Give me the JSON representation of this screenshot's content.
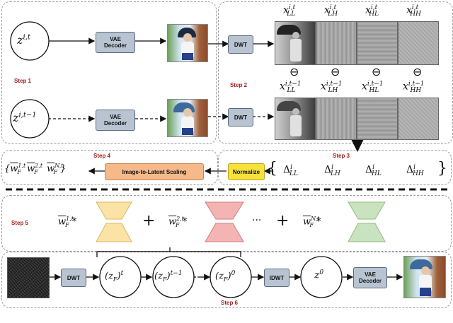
{
  "panels": {
    "top_left": {
      "step_label": "Step 1"
    },
    "top_right": {
      "step_label": "Step 2"
    },
    "mid_right": {
      "step_label": "Step 3"
    },
    "mid_left": {
      "step_label": "Step 4"
    },
    "bottom_mid": {
      "step_label": "Step 5"
    },
    "bottom": {
      "step_label": "Step 6"
    }
  },
  "step1": {
    "latent_t": "z^{i,t}",
    "latent_tm1": "z^{i,t-1}",
    "vae_decoder_1": "VAE\nDecoder",
    "vae_decoder_2": "VAE\nDecoder"
  },
  "step2": {
    "dwt_1": "DWT",
    "dwt_2": "DWT",
    "subbands_t": [
      "x^{i,t}_{LL}",
      "x^{i,t}_{LH}",
      "x^{i,t}_{HL}",
      "x^{i,t}_{HH}"
    ],
    "subbands_tm1": [
      "x^{i,t-1}_{LL}",
      "x^{i,t-1}_{LH}",
      "x^{i,t-1}_{HL}",
      "x^{i,t-1}_{HH}"
    ],
    "minus_symbol": "⊖"
  },
  "step3": {
    "normalize": "Normalize",
    "deltas": [
      "Δ^i_{LL}",
      "Δ^i_{LH}",
      "Δ^i_{HL}",
      "Δ^i_{HH}"
    ]
  },
  "step4": {
    "scaling": "Image-to-Latent Scaling",
    "weights_set": "{w̄^{1,t}_F  w̄^{2,t}_F  …  w̄^{N,t}_F}"
  },
  "step5": {
    "w1": "w̄^{1,t}_F *",
    "w2": "w̄^{2,t}_F *",
    "wN": "w̄^{N,t}_F *",
    "plus": "+",
    "ellipsis": "···",
    "colors": {
      "model1": "#fbe3a6",
      "model2": "#f4b4b4",
      "modelN": "#c9e3c0"
    }
  },
  "step6": {
    "dwt": "DWT",
    "idwt": "IDWT",
    "z_t": "(z_F)^t",
    "z_tm1": "(z_F)^{t-1}",
    "z_0": "(z_F)^0",
    "z0_out": "z^0",
    "vae_decoder": "VAE\nDecoder"
  }
}
